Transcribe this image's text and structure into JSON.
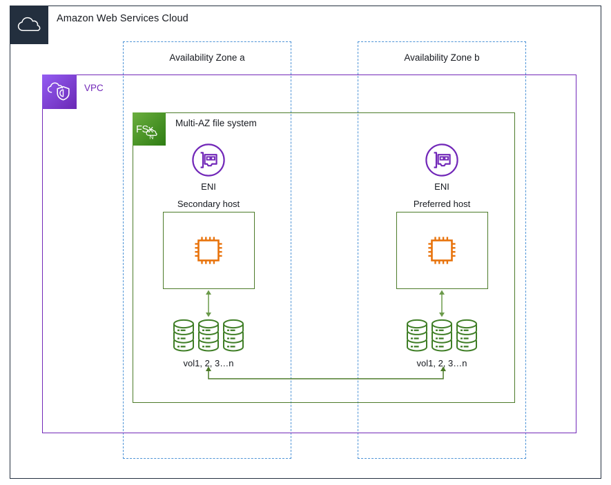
{
  "cloud": {
    "title": "Amazon Web Services Cloud",
    "icon": "cloud-icon",
    "border_color": "#232F3E",
    "badge_color": "#232F3E"
  },
  "vpc": {
    "title": "VPC",
    "icon": "vpc-cloud-shield-icon",
    "border_color": "#7127B8",
    "label_color": "#7127B8"
  },
  "availability_zones": [
    {
      "id": "az-a",
      "title": "Availability Zone a",
      "border_color": "#4B92D6",
      "border_style": "dashed"
    },
    {
      "id": "az-b",
      "title": "Availability Zone b",
      "border_color": "#4B92D6",
      "border_style": "dashed"
    }
  ],
  "file_system": {
    "title": "Multi-AZ file system",
    "icon": "fsx-netapp-ontap-icon",
    "icon_text": "FSx",
    "icon_sub_text": "N",
    "border_color": "#4B7A28",
    "badge_color": "#2E7D13"
  },
  "hosts": [
    {
      "zone": "az-a",
      "eni": {
        "label": "ENI",
        "icon": "network-interface-icon",
        "color": "#7127B8"
      },
      "host_label": "Secondary host",
      "compute": {
        "icon": "cpu-instance-icon",
        "color": "#E8730C"
      },
      "volumes": {
        "label": "vol1, 2, 3…n",
        "count": 3,
        "icon": "volume-stack-icon",
        "color": "#3F7E26"
      },
      "arrow": {
        "name": "host-volume-bidirectional-arrow",
        "direction": "both",
        "color": "#4B7A28"
      }
    },
    {
      "zone": "az-b",
      "eni": {
        "label": "ENI",
        "icon": "network-interface-icon",
        "color": "#7127B8"
      },
      "host_label": "Preferred host",
      "compute": {
        "icon": "cpu-instance-icon",
        "color": "#E8730C"
      },
      "volumes": {
        "label": "vol1, 2, 3…n",
        "count": 3,
        "icon": "volume-stack-icon",
        "color": "#3F7E26"
      },
      "arrow": {
        "name": "host-volume-bidirectional-arrow",
        "direction": "both",
        "color": "#4B7A28"
      }
    }
  ],
  "replication": {
    "name": "volume-replication-connector",
    "color": "#4B7A28",
    "arrow_ends": "both-up"
  },
  "colors": {
    "aws_navy": "#232F3E",
    "az_blue": "#4B92D6",
    "vpc_purple": "#7127B8",
    "fsx_green": "#2E7D13",
    "line_green": "#4B7A28",
    "volume_green": "#3F7E26",
    "compute_orange": "#E8730C",
    "text": "#16191F",
    "background": "#FFFFFF"
  }
}
